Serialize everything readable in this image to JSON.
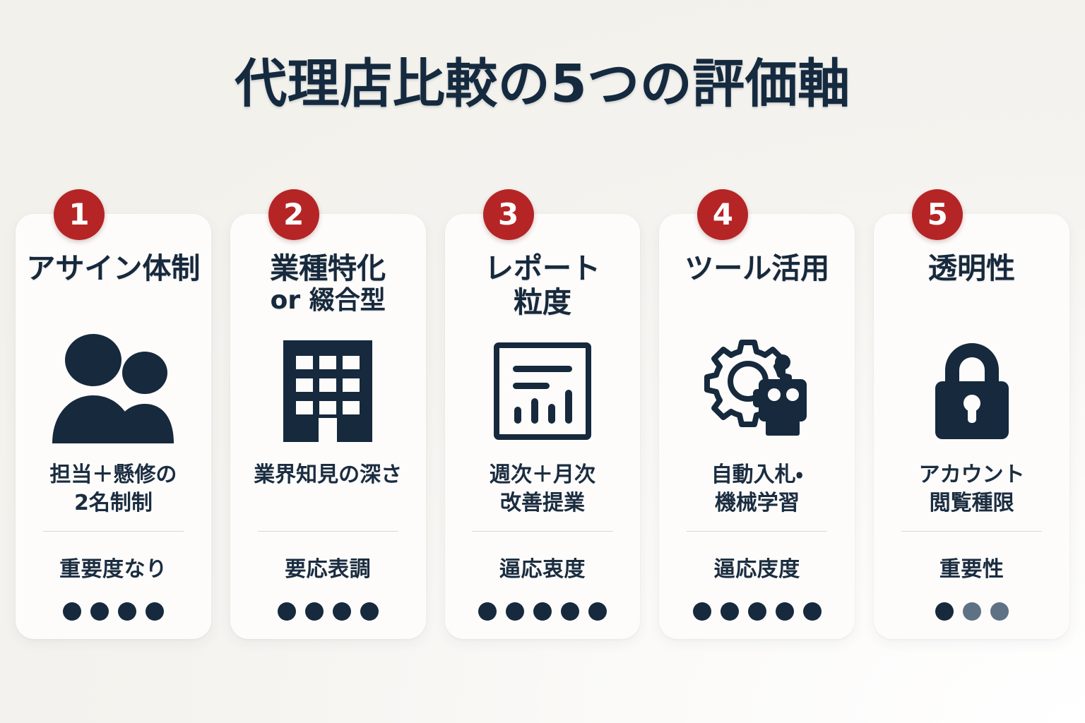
{
  "page": {
    "title": "代理店比較の5つの評価軸",
    "background_color": "#f6f4f0",
    "accent_color": "#b52526",
    "text_color": "#17293c",
    "card_color": "#fdfcfb",
    "dot_active_color": "#16293d",
    "dot_muted_color": "#5f7285"
  },
  "cards": [
    {
      "number": "1",
      "title": "アサイン体制",
      "subtitle": "",
      "icon": "two-people-icon",
      "description_line1": "担当＋懸修の",
      "description_line2": "2名制制",
      "rating_label": "重要度なり",
      "dots_total": 4,
      "dots_filled": 4
    },
    {
      "number": "2",
      "title": "業種特化",
      "subtitle": "or 綴合型",
      "icon": "building-icon",
      "description_line1": "業界知見の深さ",
      "description_line2": "",
      "rating_label": "要応表調",
      "dots_total": 4,
      "dots_filled": 4
    },
    {
      "number": "3",
      "title": "レポート",
      "subtitle": "粒度",
      "icon": "report-chart-icon",
      "description_line1": "週次＋月次",
      "description_line2": "改善提業",
      "rating_label": "逼応衷度",
      "dots_total": 5,
      "dots_filled": 5
    },
    {
      "number": "4",
      "title": "ツール活用",
      "subtitle": "",
      "icon": "gear-robot-icon",
      "description_line1": "自動入札・",
      "description_line2": "機械学習",
      "rating_label": "逼応庋度",
      "dots_total": 5,
      "dots_filled": 5
    },
    {
      "number": "5",
      "title": "透明性",
      "subtitle": "",
      "icon": "lock-icon",
      "description_line1": "アカウント",
      "description_line2": "閲覧種限",
      "rating_label": "重要性",
      "dots_total": 3,
      "dots_filled": 1
    }
  ]
}
